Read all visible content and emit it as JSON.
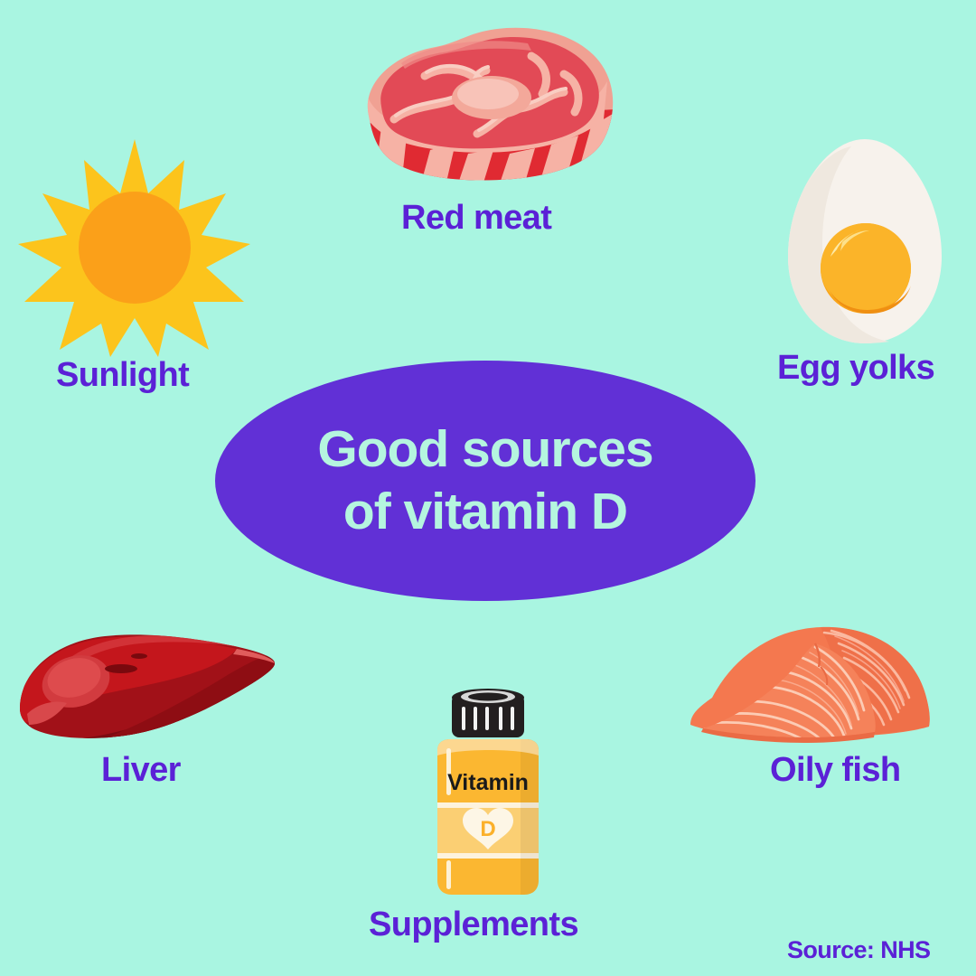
{
  "background_color": "#a9f5e1",
  "accent_purple": "#5b21d6",
  "badge_purple": "#6130d6",
  "badge_text_color": "#b5f5df",
  "center": {
    "title_line1": "Good sources",
    "title_line2": "of vitamin D"
  },
  "items": [
    {
      "id": "sunlight",
      "label": "Sunlight",
      "icon": "sun-icon"
    },
    {
      "id": "red-meat",
      "label": "Red meat",
      "icon": "steak-icon"
    },
    {
      "id": "egg-yolks",
      "label": "Egg yolks",
      "icon": "egg-icon"
    },
    {
      "id": "liver",
      "label": "Liver",
      "icon": "liver-icon"
    },
    {
      "id": "supplements",
      "label": "Supplements",
      "icon": "vitamin-bottle-icon"
    },
    {
      "id": "oily-fish",
      "label": "Oily fish",
      "icon": "salmon-fillet-icon"
    }
  ],
  "bottle": {
    "brand_text": "Vitamin",
    "heart_letter": "D"
  },
  "footer": {
    "source": "Source: NHS"
  }
}
